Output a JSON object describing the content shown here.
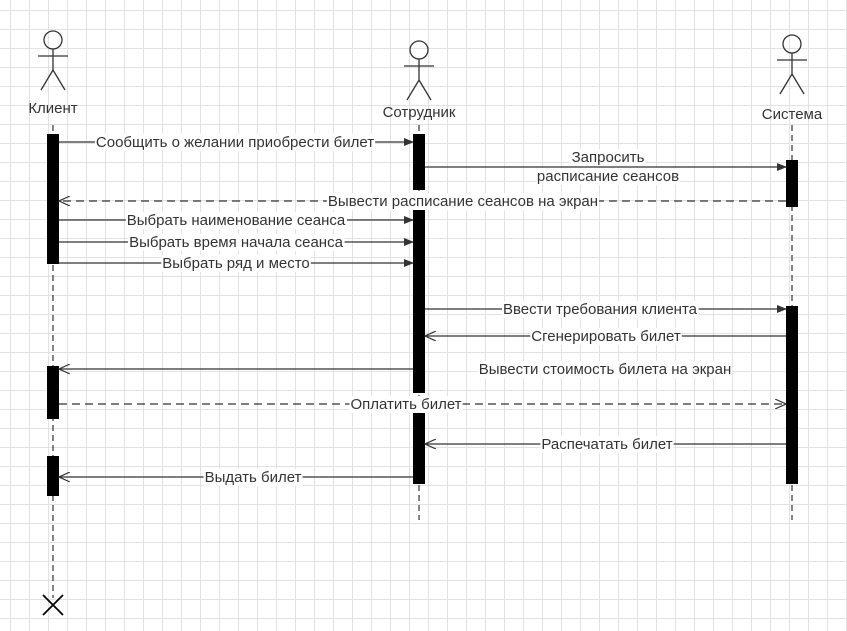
{
  "diagram": {
    "type": "uml-sequence",
    "actors": [
      {
        "id": "client",
        "name": "Клиент"
      },
      {
        "id": "employee",
        "name": "Сотрудник"
      },
      {
        "id": "system",
        "name": "Система"
      }
    ],
    "messages": [
      {
        "from": "client",
        "to": "employee",
        "lines": [
          "Сообщить о желании приобрести билет"
        ],
        "style": "solid",
        "arrow": "filled"
      },
      {
        "from": "employee",
        "to": "system",
        "lines": [
          "Запросить",
          "расписание сеансов"
        ],
        "style": "solid",
        "arrow": "filled"
      },
      {
        "from": "system",
        "to": "client",
        "lines": [
          "Вывести расписание сеансов на экран"
        ],
        "style": "dashed",
        "arrow": "open"
      },
      {
        "from": "client",
        "to": "employee",
        "lines": [
          "Выбрать наименование сеанса"
        ],
        "style": "solid",
        "arrow": "filled"
      },
      {
        "from": "client",
        "to": "employee",
        "lines": [
          "Выбрать время начала сеанса"
        ],
        "style": "solid",
        "arrow": "filled"
      },
      {
        "from": "client",
        "to": "employee",
        "lines": [
          "Выбрать ряд и место"
        ],
        "style": "solid",
        "arrow": "filled"
      },
      {
        "from": "employee",
        "to": "system",
        "lines": [
          "Ввести требования клиента"
        ],
        "style": "solid",
        "arrow": "filled"
      },
      {
        "from": "system",
        "to": "employee",
        "lines": [
          "Сгенерировать билет"
        ],
        "style": "solid",
        "arrow": "open"
      },
      {
        "from": "employee",
        "to": "client",
        "lines": [
          "Вывести стоимость билета на экран"
        ],
        "style": "solid",
        "arrow": "open"
      },
      {
        "from": "client",
        "to": "system",
        "lines": [
          "Оплатить билет"
        ],
        "style": "dashed",
        "arrow": "open"
      },
      {
        "from": "system",
        "to": "employee",
        "lines": [
          "Распечатать билет"
        ],
        "style": "solid",
        "arrow": "open"
      },
      {
        "from": "employee",
        "to": "client",
        "lines": [
          "Выдать билет"
        ],
        "style": "solid",
        "arrow": "open"
      }
    ],
    "colors": {
      "line": "#333333",
      "activation": "#000000",
      "grid": "#e2e2e2",
      "background": "#ffffff"
    }
  }
}
